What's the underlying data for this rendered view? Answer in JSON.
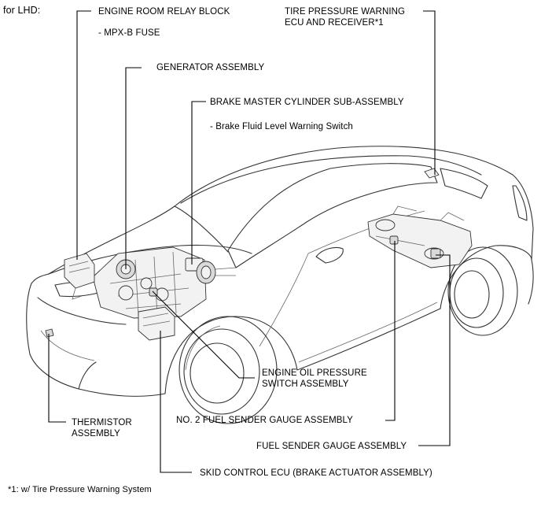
{
  "header": {
    "variant": "for LHD:"
  },
  "labels": {
    "relay_block": "ENGINE ROOM RELAY BLOCK",
    "relay_sub": "- MPX-B FUSE",
    "generator": "GENERATOR ASSEMBLY",
    "brake_master": "BRAKE MASTER CYLINDER SUB-ASSEMBLY",
    "brake_sub": "- Brake Fluid Level Warning Switch",
    "tire_ecu": "TIRE PRESSURE WARNING\nECU AND RECEIVER*1",
    "oil_switch": "ENGINE OIL PRESSURE\nSWITCH ASSEMBLY",
    "thermistor": "THERMISTOR\nASSEMBLY",
    "fuel_gauge_2": "NO. 2 FUEL SENDER GAUGE ASSEMBLY",
    "fuel_gauge": "FUEL SENDER GAUGE ASSEMBLY",
    "skid_ecu": "SKID CONTROL ECU (BRAKE ACTUATOR ASSEMBLY)"
  },
  "footnote": "*1: w/ Tire Pressure Warning System"
}
